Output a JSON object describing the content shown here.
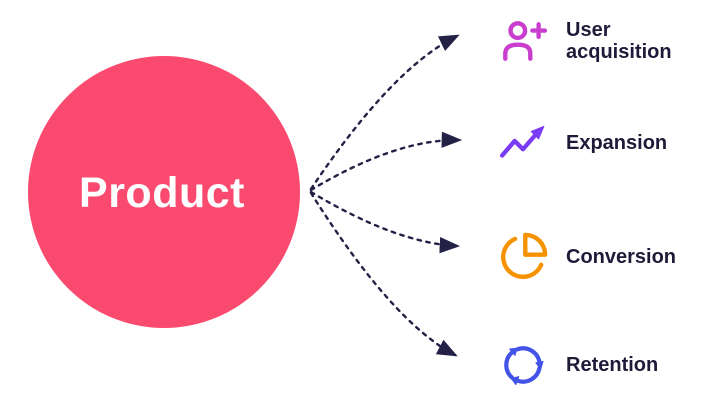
{
  "diagram": {
    "background": "#FFFFFF",
    "center": {
      "label": "Product",
      "color": "#FB4A6F",
      "text_color": "#FFFFFF"
    },
    "arrows": {
      "color": "#232145",
      "style": "dashed-curved"
    },
    "label_color": "#1E1B39",
    "items": [
      {
        "label": "User acquisition",
        "icon": "user-plus-icon",
        "color": "#C93ECE"
      },
      {
        "label": "Expansion",
        "icon": "trending-up-icon",
        "color": "#7A3BF5"
      },
      {
        "label": "Conversion",
        "icon": "pie-chart-icon",
        "color": "#F69200"
      },
      {
        "label": "Retention",
        "icon": "recycle-icon",
        "color": "#4353E8"
      }
    ]
  }
}
